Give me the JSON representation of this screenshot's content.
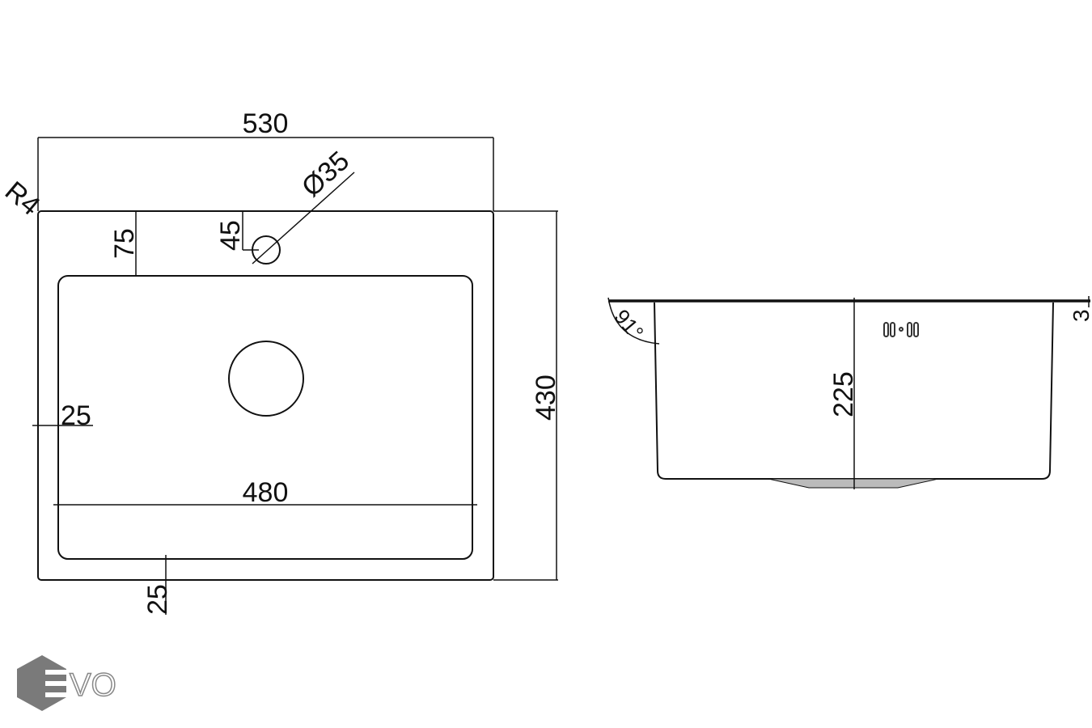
{
  "top_view": {
    "width": "530",
    "corner_radius": "R4",
    "tap_hole_diameter": "Ø35",
    "tap_hole_offset": "45",
    "bowl_offset_top": "75",
    "side_margin": "25",
    "bowl_width": "480",
    "bottom_margin": "25",
    "depth": "430"
  },
  "side_view": {
    "angle": "91°",
    "bowl_depth": "225",
    "rim_thickness": "3"
  },
  "logo": {
    "text": "EVO",
    "color": "#7a7a7a"
  }
}
